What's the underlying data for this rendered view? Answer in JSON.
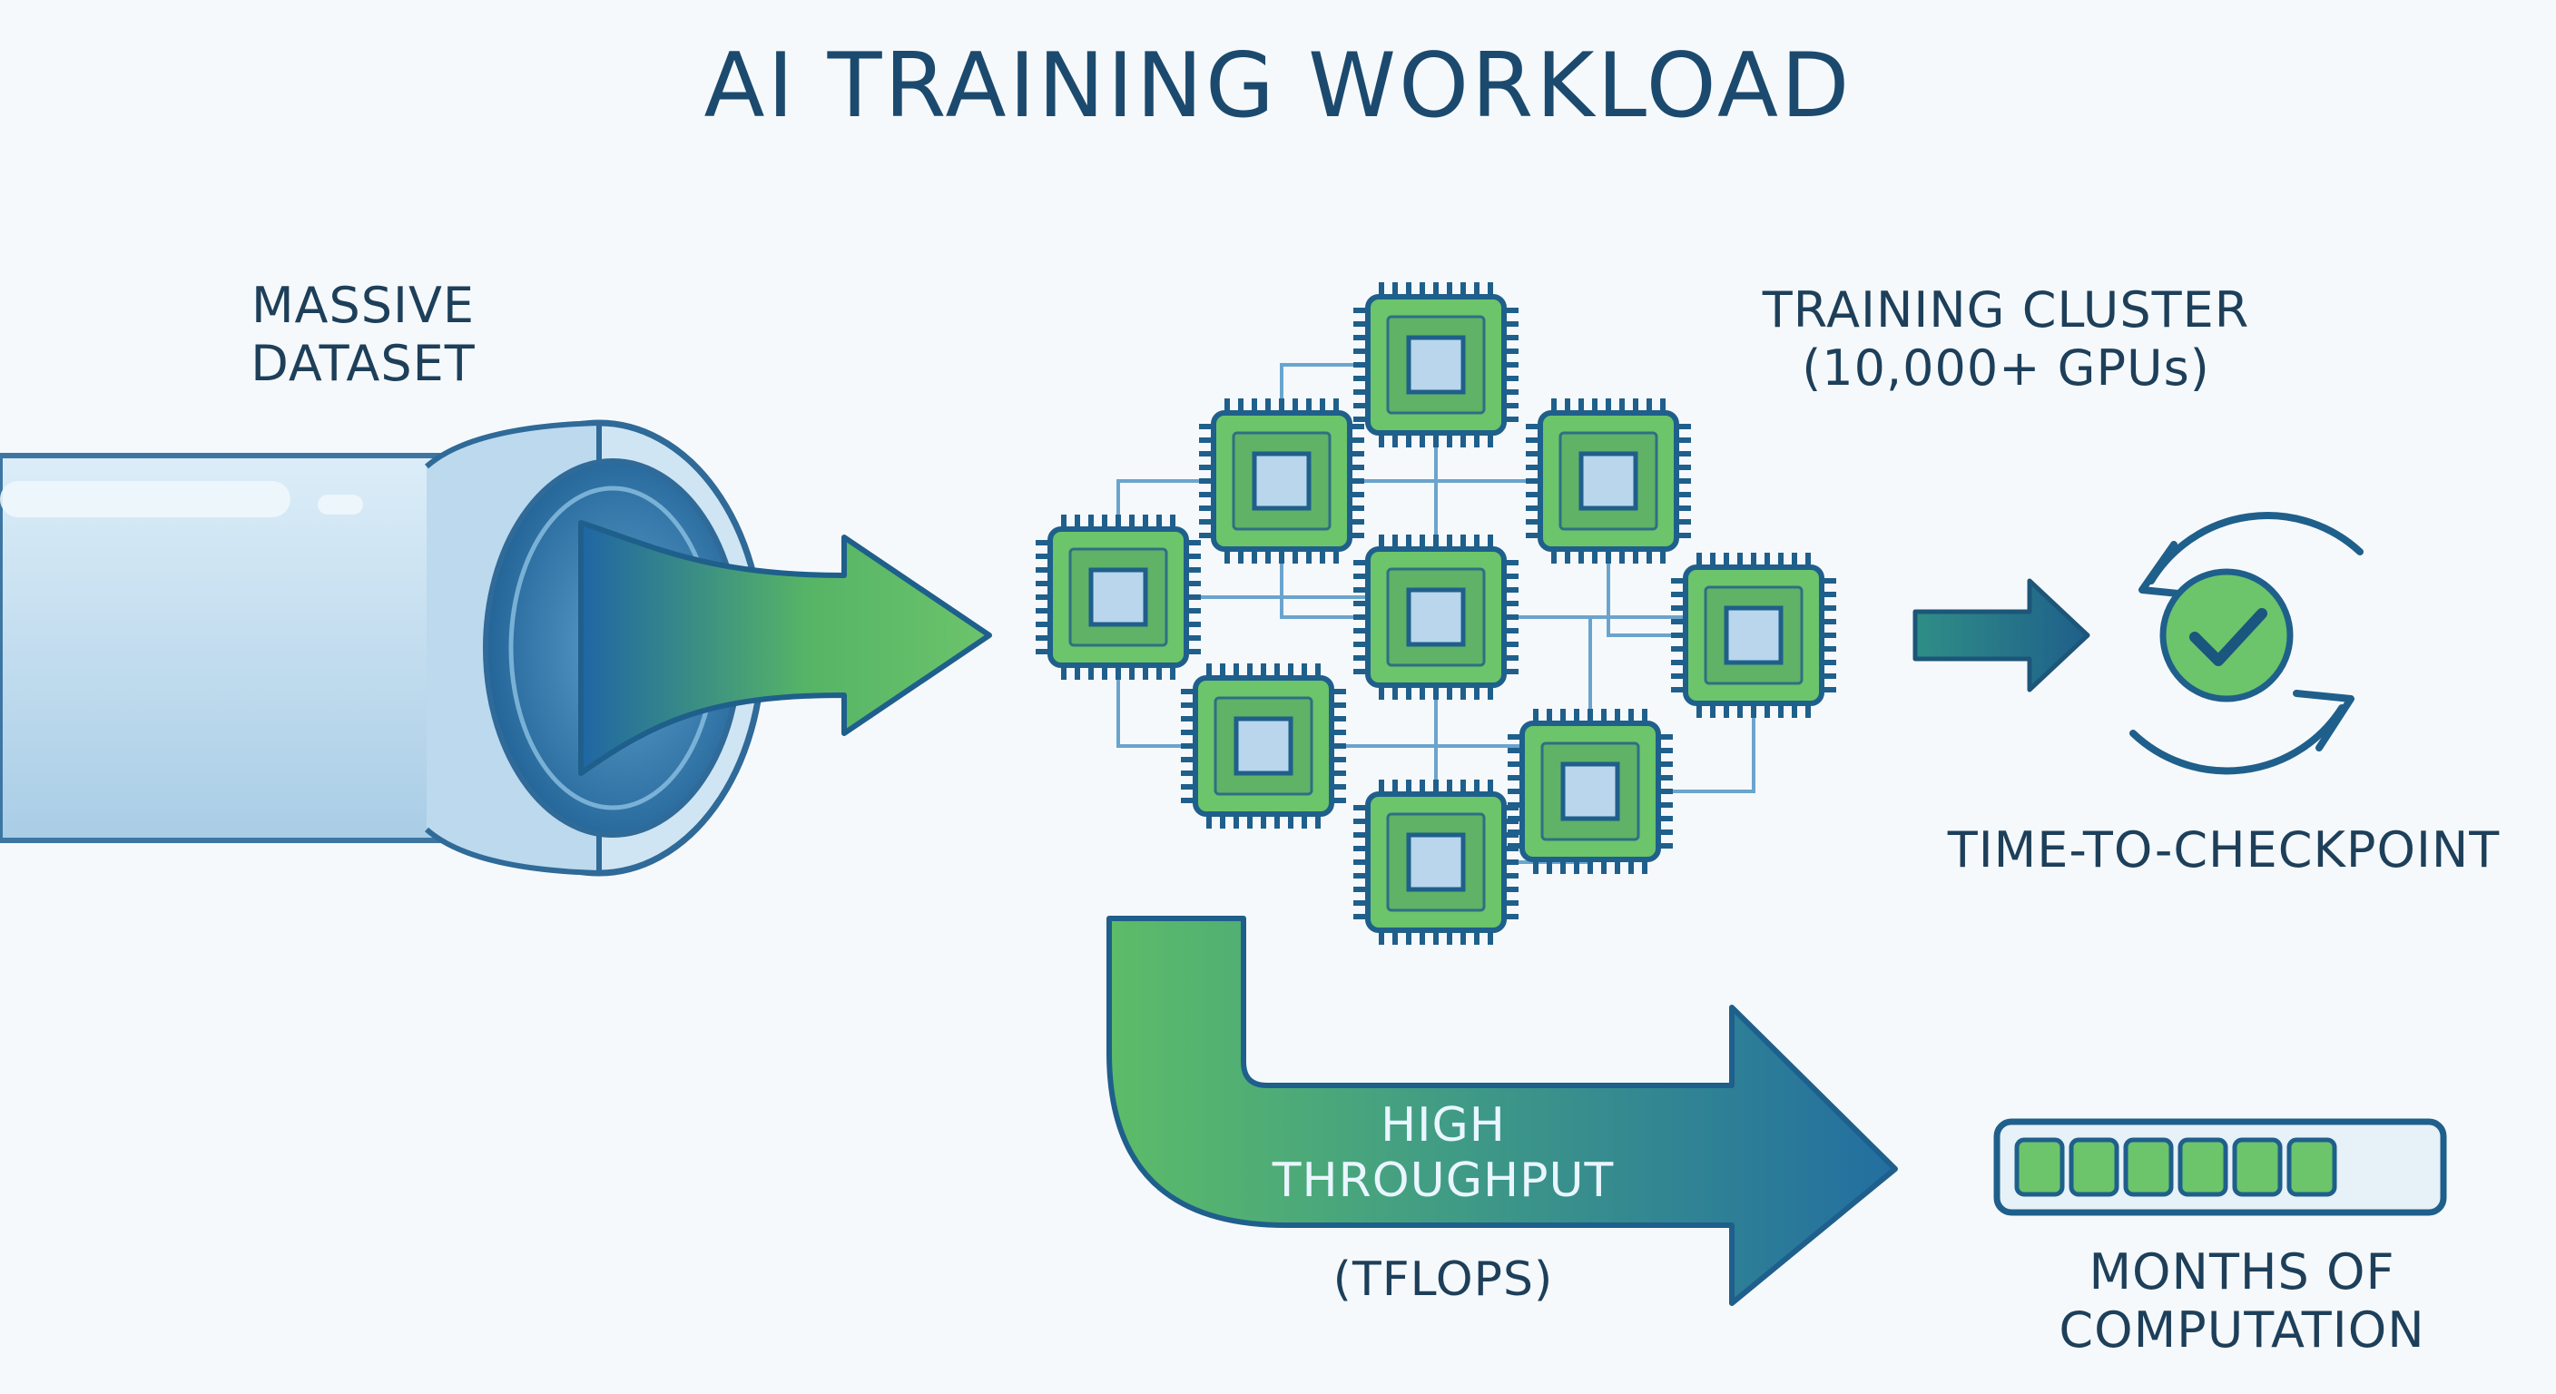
{
  "title": "AI TRAINING WORKLOAD",
  "dataset_label": [
    "MASSIVE",
    "DATASET"
  ],
  "cluster_label": [
    "TRAINING CLUSTER",
    "(10,000+ GPUs)"
  ],
  "checkpoint_label": "TIME-TO-CHECKPOINT",
  "throughput_label": [
    "HIGH",
    "THROUGHPUT"
  ],
  "throughput_unit": "(TFLOPS)",
  "months_label": [
    "MONTHS OF",
    "COMPUTATION"
  ],
  "icons": [
    "data-pipe-icon",
    "gpu-chip-icon",
    "checkpoint-cycle-icon",
    "check-mark-icon",
    "progress-battery-icon"
  ],
  "colors": {
    "dark_blue": "#1f5f8b",
    "green": "#6cc46b",
    "chip_inner": "#b9d6ec",
    "pipe_light": "#cfe5f3"
  },
  "progress_segments_filled": 6
}
